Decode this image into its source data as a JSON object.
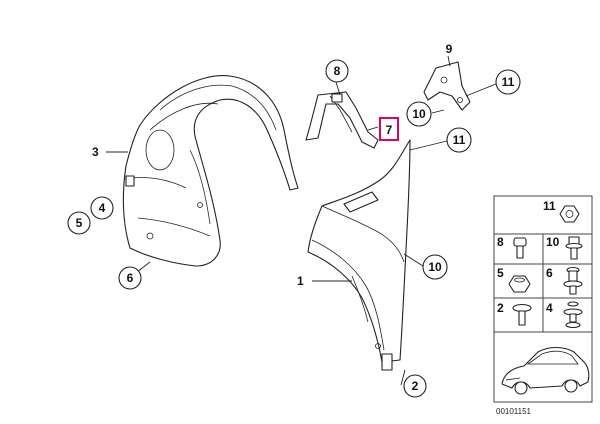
{
  "callouts": {
    "c1": "1",
    "c2": "2",
    "c3": "3",
    "c4": "4",
    "c5": "5",
    "c6": "6",
    "c7": "7",
    "c8": "8",
    "c9": "9",
    "c10a": "10",
    "c10b": "10",
    "c11a": "11",
    "c11b": "11"
  },
  "hardware_table": {
    "r1_right": "11",
    "r2_left": "8",
    "r2_right": "10",
    "r3_left": "5",
    "r3_right": "6",
    "r4_left": "2",
    "r4_right": "4"
  },
  "diagram_number": "00101151",
  "colors": {
    "highlight": "#e0006a",
    "line": "#222222"
  }
}
